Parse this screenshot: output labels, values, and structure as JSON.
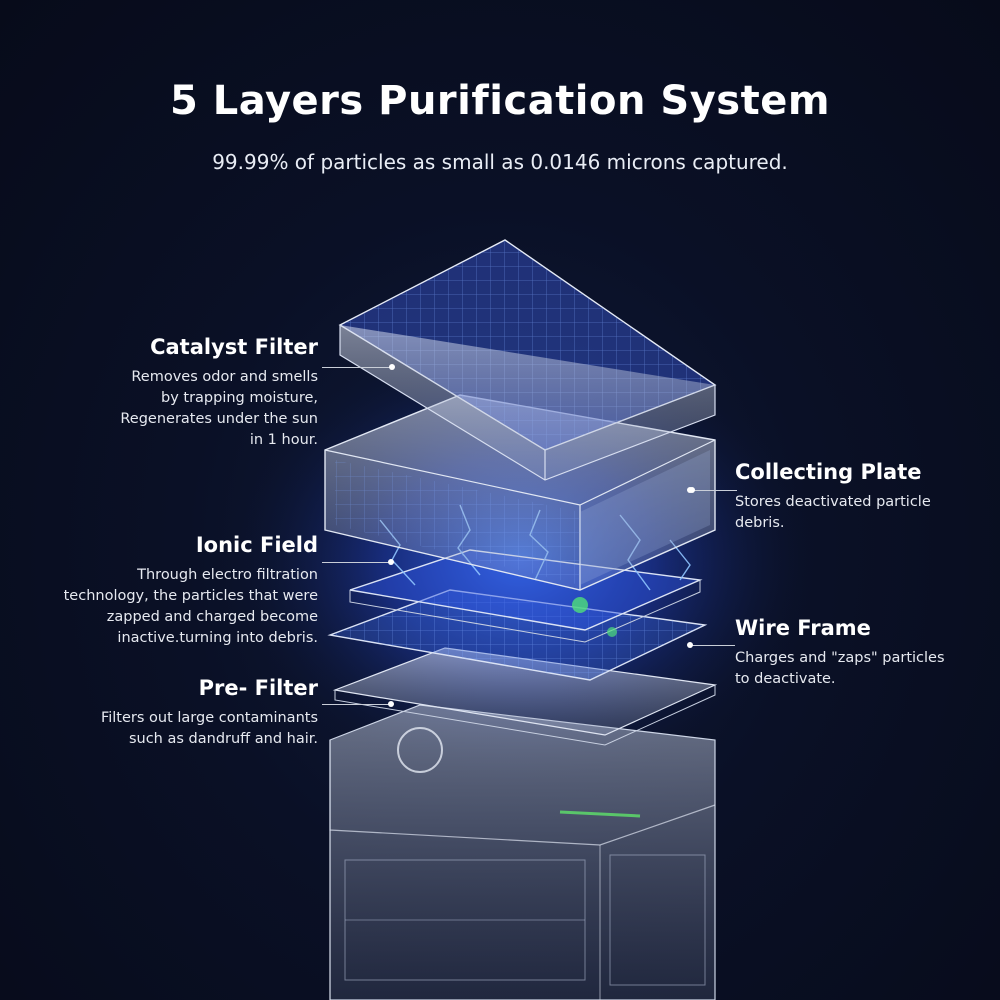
{
  "header": {
    "title": "5 Layers Purification System",
    "subtitle": "99.99% of particles as small as 0.0146 microns captured."
  },
  "layers": {
    "catalyst_filter": {
      "heading": "Catalyst Filter",
      "lines": [
        "Removes odor and smells",
        "by trapping moisture,",
        "Regenerates under the sun",
        "in 1 hour."
      ]
    },
    "ionic_field": {
      "heading": "Ionic Field",
      "lines": [
        "Through electro filtration",
        "technology, the particles that were",
        "zapped and charged become",
        "inactive.turning into debris."
      ]
    },
    "pre_filter": {
      "heading": "Pre- Filter",
      "lines": [
        "Filters out large contaminants",
        "such as dandruff and hair."
      ]
    },
    "collecting_plate": {
      "heading": "Collecting Plate",
      "lines": [
        "Stores deactivated particle",
        "debris."
      ]
    },
    "wire_frame": {
      "heading": "Wire Frame",
      "lines": [
        "Charges and \"zaps\" particles",
        "to deactivate."
      ]
    }
  },
  "colors": {
    "background": "#0a1026",
    "glow": "#2d6bff",
    "text": "#ffffff",
    "leader_line": "#c9ced8"
  }
}
